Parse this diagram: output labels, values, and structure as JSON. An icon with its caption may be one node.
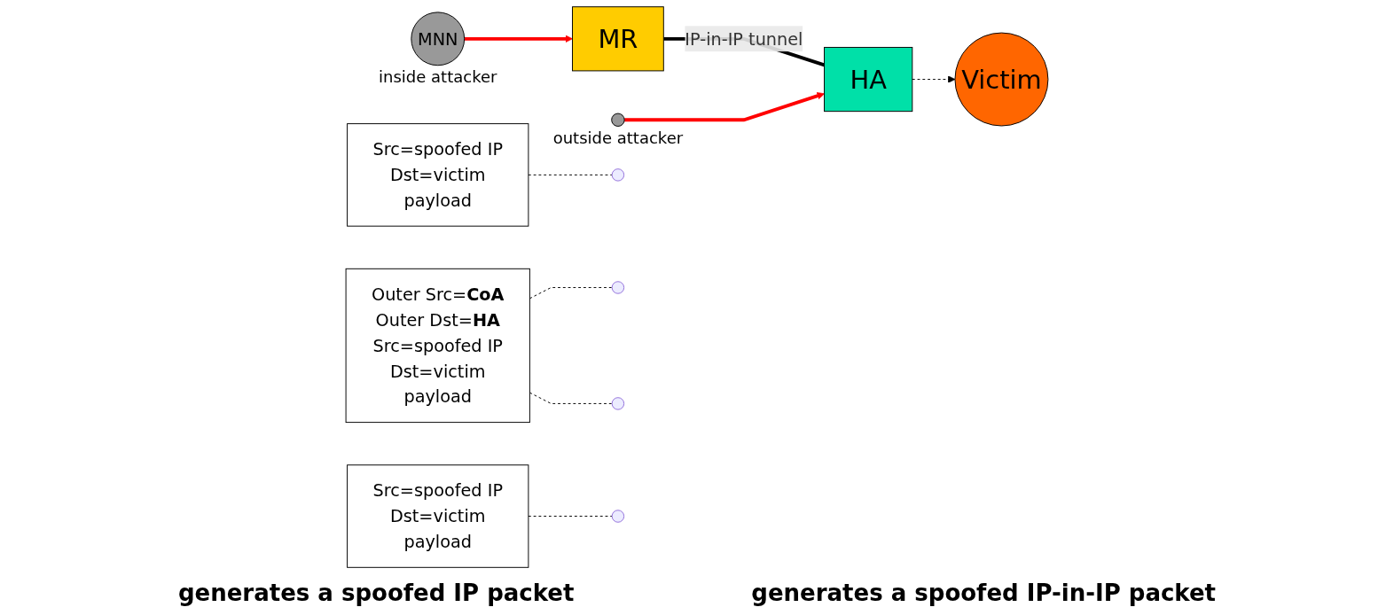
{
  "diagram": {
    "nodes": [
      {
        "text": [
          "MNN"
        ],
        "beside": [
          "inside attacker"
        ]
      },
      {
        "text": [
          "MR"
        ]
      },
      {
        "text": [
          "HA"
        ]
      },
      {
        "text": [
          "Victim"
        ]
      },
      {
        "text": [
          "Src=spoofed IP",
          "Dst=victim",
          "payload"
        ]
      },
      {
        "text": [
          "Outer Src=**CoA**",
          "Outer Dst=**HA**",
          "Src=spoofed IP",
          "Dst=victim",
          "payload"
        ]
      },
      {
        "text": [
          "Src=spoofed IP",
          "Dst=victim",
          "payload"
        ]
      },
      {
        "text": [],
        "shape": "circle",
        "beside": [
          "outside attacker"
        ]
      }
    ],
    "edges": [
      {
        "from": 0,
        "to": 1,
        "arrow": "to",
        "style": "thick",
        "color": "#ff0000"
      },
      {
        "from": 1,
        "to": 2,
        "arrow": "none",
        "style": "thick",
        "label": "IP-in-IP tunnel"
      },
      {
        "from": 2,
        "to": 3,
        "arrow": "to",
        "style": "dashed"
      },
      {
        "from": 7,
        "to": 2,
        "arrow": "to",
        "style": "thick",
        "color": "#ff0000"
      },
      {
        "from": 4,
        "to": null,
        "arrow": "none",
        "style": "dashed"
      },
      {
        "from": 5,
        "to": null,
        "arrow": "none",
        "style": "dashed"
      },
      {
        "from": 5,
        "to": null,
        "arrow": "none",
        "style": "dashed"
      },
      {
        "from": 6,
        "to": null,
        "arrow": "none",
        "style": "dashed"
      }
    ],
    "labels": [
      "generates a spoofed IP packet",
      "generates a spoofed IP-in-IP packet"
    ]
  }
}
